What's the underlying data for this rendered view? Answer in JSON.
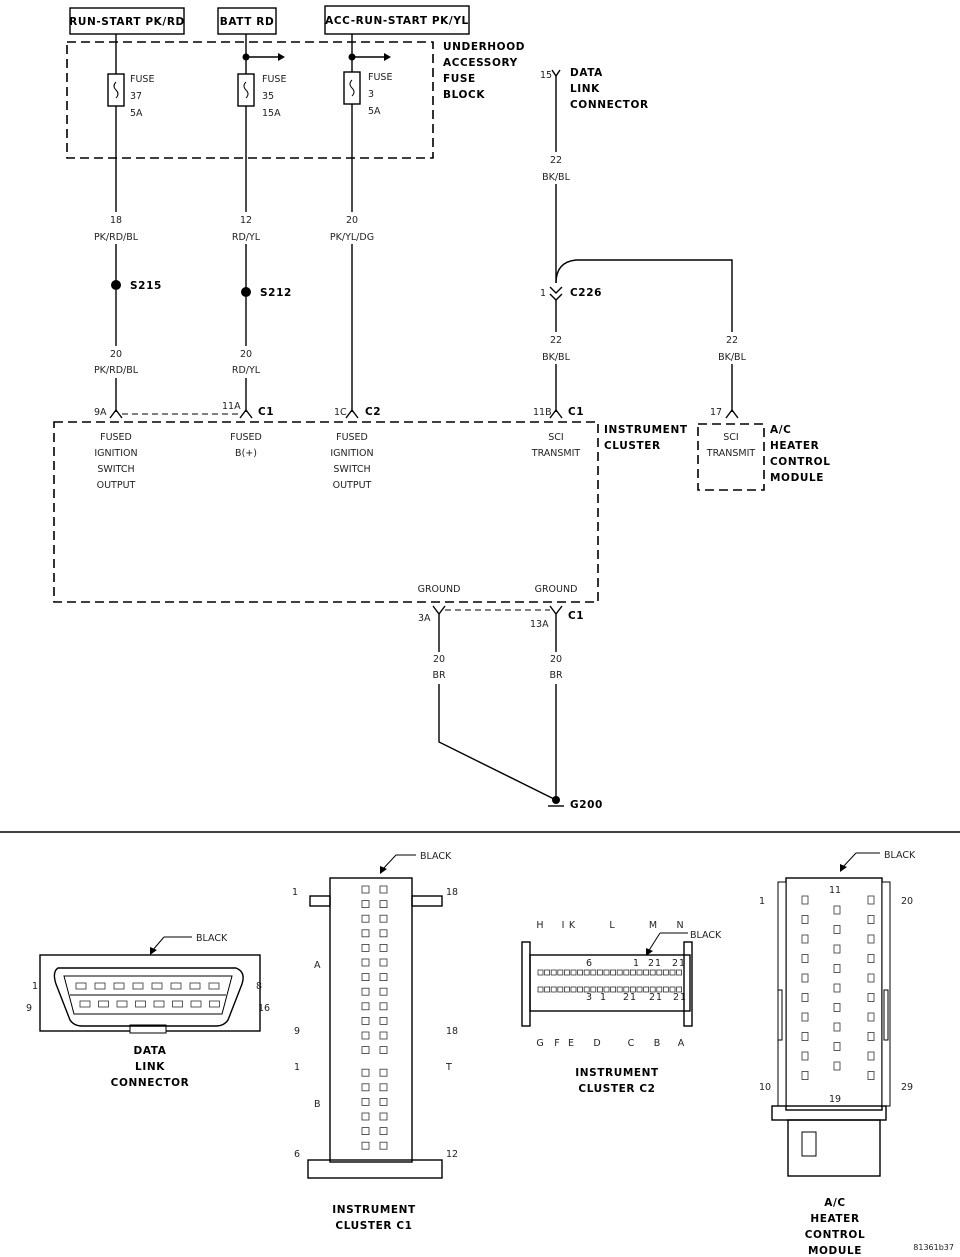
{
  "sources": {
    "run_start": "RUN-START PK/RD",
    "batt": "BATT RD",
    "acc_run_start": "ACC-RUN-START PK/YL"
  },
  "fuse_block": {
    "label": [
      "UNDERHOOD",
      "ACCESSORY",
      "FUSE",
      "BLOCK"
    ],
    "fuse37": {
      "name": "FUSE",
      "num": "37",
      "amp": "5A"
    },
    "fuse35": {
      "name": "FUSE",
      "num": "35",
      "amp": "15A"
    },
    "fuse3": {
      "name": "FUSE",
      "num": "3",
      "amp": "5A"
    }
  },
  "dlc": {
    "pin": "15",
    "label": [
      "DATA",
      "LINK",
      "CONNECTOR"
    ],
    "wire1": {
      "gauge": "22",
      "color": "BK/BL"
    }
  },
  "wires": {
    "w18": {
      "gauge": "18",
      "color": "PK/RD/BL"
    },
    "w12": {
      "gauge": "12",
      "color": "RD/YL"
    },
    "w20a": {
      "gauge": "20",
      "color": "PK/YL/DG"
    },
    "w20b": {
      "gauge": "20",
      "color": "PK/RD/BL"
    },
    "w20c": {
      "gauge": "20",
      "color": "RD/YL"
    },
    "w22b": {
      "gauge": "22",
      "color": "BK/BL"
    },
    "w22c": {
      "gauge": "22",
      "color": "BK/BL"
    },
    "g1": {
      "gauge": "20",
      "color": "BR"
    },
    "g2": {
      "gauge": "20",
      "color": "BR"
    }
  },
  "splices": {
    "s215": "S215",
    "s212": "S212"
  },
  "c226": {
    "pin": "1",
    "name": "C226"
  },
  "cluster": {
    "label": [
      "INSTRUMENT",
      "CLUSTER"
    ],
    "pin9a": "9A",
    "pin11a": "11A",
    "c1": "C1",
    "pin1c": "1C",
    "c2": "C2",
    "pin11b": "11B",
    "c1b": "C1",
    "fused_ign1": [
      "FUSED",
      "IGNITION",
      "SWITCH",
      "OUTPUT"
    ],
    "fused_b": [
      "FUSED",
      "B(+)"
    ],
    "fused_ign2": [
      "FUSED",
      "IGNITION",
      "SWITCH",
      "OUTPUT"
    ],
    "sci": [
      "SCI",
      "TRANSMIT"
    ],
    "ground1": "GROUND",
    "ground2": "GROUND",
    "pin3a": "3A",
    "pin13a": "13A",
    "c1c": "C1"
  },
  "hvac": {
    "pin": "17",
    "sci": [
      "SCI",
      "TRANSMIT"
    ],
    "label": [
      "A/C",
      "HEATER",
      "CONTROL",
      "MODULE"
    ]
  },
  "ground": "G200",
  "views": {
    "dlc": {
      "color": "BLACK",
      "p1": "1",
      "p8": "8",
      "p9": "9",
      "p16": "16",
      "title": [
        "DATA",
        "LINK",
        "CONNECTOR"
      ]
    },
    "c1": {
      "color": "BLACK",
      "p1": "1",
      "p18": "18",
      "a": "A",
      "p9": "9",
      "p18b": "18",
      "p1b": "1",
      "t": "T",
      "b": "B",
      "p6": "6",
      "p12": "12",
      "title": [
        "INSTRUMENT",
        "CLUSTER C1"
      ]
    },
    "c2": {
      "color": "BLACK",
      "top": [
        "H",
        "I",
        "K",
        "L",
        "M",
        "N"
      ],
      "bottom": [
        "G",
        "F",
        "E",
        "D",
        "C",
        "B",
        "A"
      ],
      "r1": [
        "6",
        "1",
        "2",
        "1",
        "2",
        "1"
      ],
      "r2": [
        "3",
        "1",
        "2",
        "1",
        "2",
        "1",
        "2",
        "1"
      ],
      "title": [
        "INSTRUMENT",
        "CLUSTER C2"
      ]
    },
    "hvac": {
      "color": "BLACK",
      "p11": "11",
      "p1": "1",
      "p20": "20",
      "p10": "10",
      "p19": "19",
      "p29": "29",
      "title": [
        "A/C",
        "HEATER",
        "CONTROL",
        "MODULE"
      ]
    }
  },
  "doc_id": "81361b37"
}
